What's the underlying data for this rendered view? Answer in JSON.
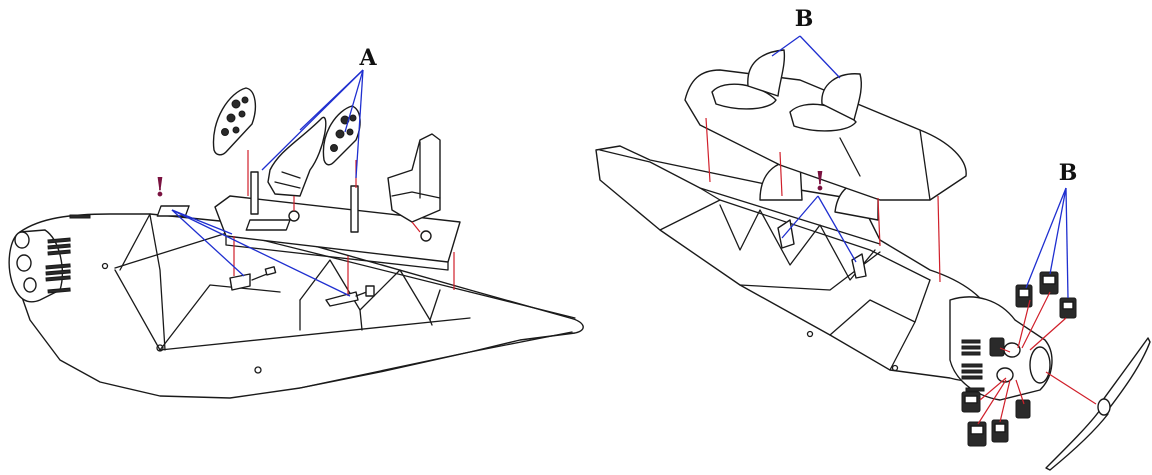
{
  "labels": {
    "a": "A",
    "b_top": "B",
    "b_right": "B",
    "warn_left": "!",
    "warn_right": "!"
  },
  "colors": {
    "leader_blue": "#1f2fd0",
    "assembly_red": "#d01f2a",
    "warning_mark": "#7a1240",
    "ink": "#1a1a1a"
  }
}
